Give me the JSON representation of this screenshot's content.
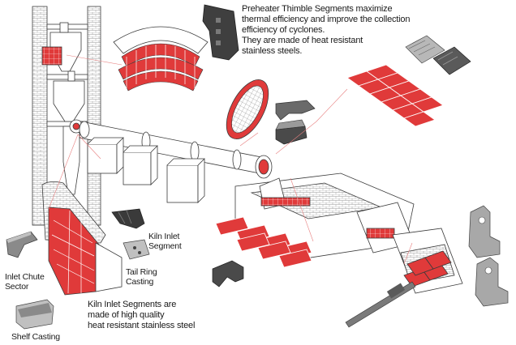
{
  "annotations": {
    "preheater_thimble": [
      "Preheater Thimble Segments maximize",
      "thermal efficiency and improve the collection",
      "efficiency of cyclones.",
      "They are made of heat resistant",
      "stainless steels."
    ],
    "kiln_inlet_segment": [
      "Kiln Inlet",
      "Segment"
    ],
    "tail_ring_casting": [
      "Tail Ring",
      "Casting"
    ],
    "inlet_chute_sector": [
      "Inlet Chute",
      "Sector"
    ],
    "kiln_inlet_segments_note": [
      "Kiln Inlet Segments are",
      "made of high quality",
      "heat resistant stainless steel"
    ],
    "shelf_casting": [
      "Shelf Casting"
    ]
  },
  "colors": {
    "highlight_red": "#e03a3a",
    "outline": "#3a3a3a",
    "metal_dark": "#4a4a4a",
    "metal_light": "#a8a8a8",
    "leader_line": "#e88080"
  }
}
